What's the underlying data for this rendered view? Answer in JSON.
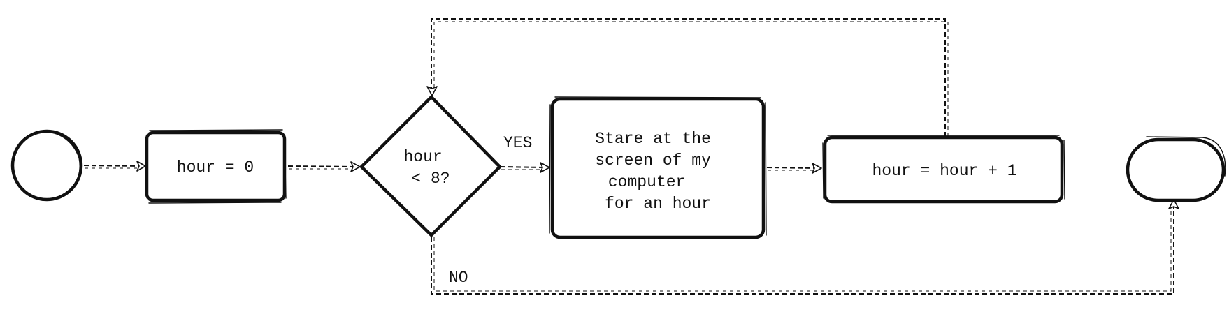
{
  "flowchart": {
    "nodes": {
      "start": {
        "shape": "circle",
        "label": ""
      },
      "init": {
        "shape": "process",
        "label": "hour = 0"
      },
      "decision": {
        "shape": "decision",
        "lines": [
          "hour",
          "< 8?"
        ]
      },
      "stare": {
        "shape": "process",
        "lines": [
          "Stare at the",
          "screen of my",
          "computer",
          "for an hour"
        ]
      },
      "increment": {
        "shape": "process",
        "label": "hour = hour + 1"
      },
      "end": {
        "shape": "terminator",
        "label": ""
      }
    },
    "edges": {
      "start_to_init": {
        "from": "start",
        "to": "init",
        "label": ""
      },
      "init_to_decision": {
        "from": "init",
        "to": "decision",
        "label": ""
      },
      "decision_yes": {
        "from": "decision",
        "to": "stare",
        "label": "YES"
      },
      "stare_to_increment": {
        "from": "stare",
        "to": "increment",
        "label": ""
      },
      "increment_loop": {
        "from": "increment",
        "to": "decision",
        "label": ""
      },
      "decision_no": {
        "from": "decision",
        "to": "end",
        "label": "NO"
      }
    },
    "style": {
      "stroke_color": "#111111",
      "background_color": "#ffffff",
      "edge_style": "dashed",
      "rendering": "hand-drawn sketch"
    }
  }
}
